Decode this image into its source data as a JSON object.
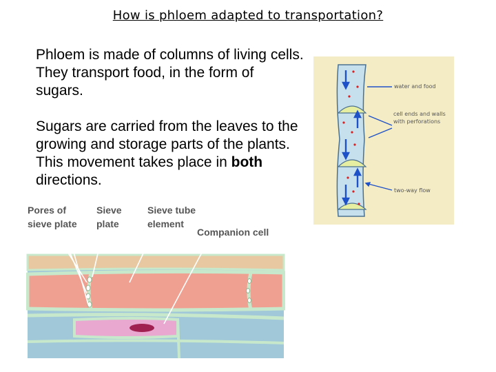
{
  "slide": {
    "title": "How is phloem adapted to transportation?",
    "para1": "Phloem is made of columns of living cells. They transport food, in the form of sugars.",
    "para2_before": "Sugars are carried from the leaves to the growing and storage parts of the plants. This movement takes place in ",
    "para2_bold": "both",
    "para2_after": " directions."
  },
  "figure_right": {
    "labels": {
      "water_food": "water and food",
      "cell_ends": "cell ends and walls with perforations",
      "two_way": "two-way flow"
    },
    "colors": {
      "background": "#f4ecc4",
      "tube": "#c7e0ee",
      "plate": "#e6eea2",
      "arrow": "#1e50c8",
      "dot": "#d82020"
    }
  },
  "figure_bottom": {
    "labels": {
      "pores": "Pores of sieve plate",
      "sieve_plate": "Sieve plate",
      "sieve_tube": "Sieve tube element",
      "companion": "Companion cell"
    },
    "colors": {
      "tube": "#f0a090",
      "wall": "#c8e8cc",
      "companion": "#e8a8d0",
      "nucleus": "#a02050",
      "background": "#a0c8d8"
    }
  }
}
